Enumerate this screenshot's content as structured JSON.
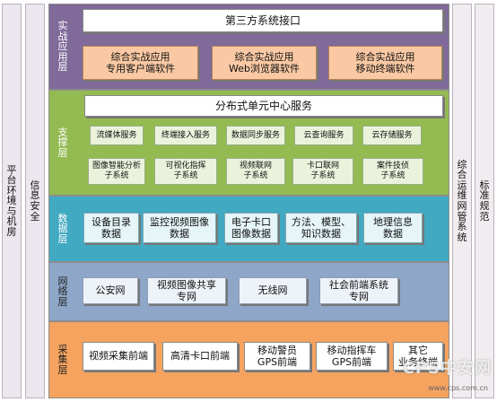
{
  "left_side": {
    "outer": "平台环境与机房",
    "inner": "信息安全"
  },
  "right_side": {
    "inner": "综合运维网管系统",
    "outer": "标准规范"
  },
  "layers": {
    "app": {
      "label": "实战应用层",
      "color": "#7f6a99",
      "interface": "第三方系统接口",
      "clients": [
        [
          "综合实战应用",
          "专用客户端软件"
        ],
        [
          "综合实战应用",
          "Web浏览器软件"
        ],
        [
          "综合实战应用",
          "移动终端软件"
        ]
      ]
    },
    "support": {
      "label": "支撑层",
      "color": "#93bb52",
      "center": "分布式单元中心服务",
      "row1": [
        "流媒体服务",
        "终端接入服务",
        "数据同步服务",
        "云查询服务",
        "云存储服务"
      ],
      "row2": [
        [
          "图像智能分析",
          "子系统"
        ],
        [
          "可视化指挥",
          "子系统"
        ],
        [
          "视频联网",
          "子系统"
        ],
        [
          "卡口联网",
          "子系统"
        ],
        [
          "案件技侦",
          "子系统"
        ]
      ]
    },
    "data": {
      "label": "数据层",
      "color": "#41a9c2",
      "items": [
        [
          "设备目录",
          "数据"
        ],
        [
          "监控视频图像",
          "数据"
        ],
        [
          "电子卡口",
          "图像数据"
        ],
        [
          "方法、模型、",
          "知识数据"
        ],
        [
          "地理信息",
          "数据"
        ]
      ]
    },
    "network": {
      "label": "网络层",
      "color": "#8ea6c8",
      "items": [
        [
          "公安网"
        ],
        [
          "视频图像共享",
          "专网"
        ],
        [
          "无线网"
        ],
        [
          "社会前端系统",
          "专网"
        ]
      ]
    },
    "collect": {
      "label": "采集层",
      "color": "#f5a35f",
      "items": [
        [
          "视频采集前端"
        ],
        [
          "高清卡口前端"
        ],
        [
          "移动警员",
          "GPS前端"
        ],
        [
          "移动指挥车",
          "GPS前端"
        ],
        [
          "其它",
          "业务终端"
        ]
      ]
    }
  },
  "watermark": {
    "text": "CPS中安网",
    "url": "www.cps.com.cn"
  }
}
